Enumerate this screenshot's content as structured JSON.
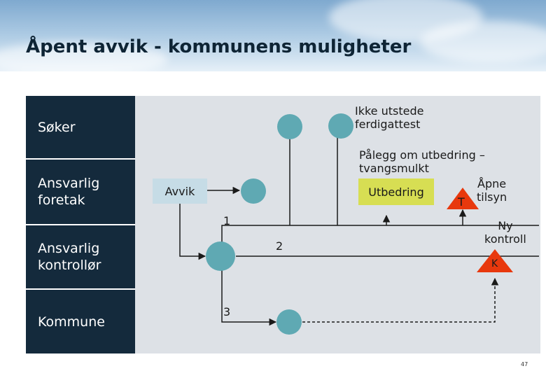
{
  "title": "Åpent avvik - kommunens muligheter",
  "roles": [
    "Søker",
    "Ansvarlig\nforetak",
    "Ansvarlig\nkontrollør",
    "Kommune"
  ],
  "labels": {
    "ikke_utstede": "Ikke utstede\nferdigattest",
    "palegg": "Pålegg om utbedring –\ntvangsmulkt",
    "apne_tilsyn": "Åpne\ntilsyn",
    "ny_kontroll": "Ny\nkontroll",
    "avvik": "Avvik",
    "utbedring": "Utbedring",
    "t_marker": "T",
    "k_marker": "K",
    "step1": "1",
    "step2": "2",
    "step3": "3"
  },
  "page_number": "47",
  "colors": {
    "role_bg": "#142a3c",
    "panel_bg": "#dde1e6",
    "node": "#5fa9b3",
    "avvik_box": "#c6dce6",
    "utbedring_box": "#d7de53",
    "marker_red": "#e8380d",
    "arrow": "#1a1a1a"
  }
}
